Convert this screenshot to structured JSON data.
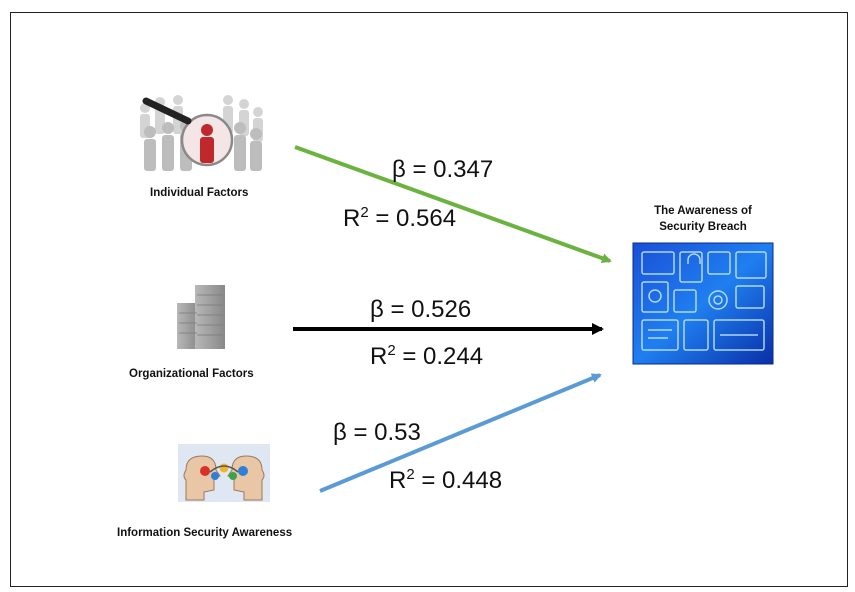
{
  "factors": [
    {
      "label": "Individual Factors",
      "icon": "people-magnifier-icon",
      "beta": "β = 0.347",
      "r2_value": "= 0.564",
      "arrow_color": "#6bb33f"
    },
    {
      "label": "Organizational Factors",
      "icon": "building-icon",
      "beta": "β = 0.526",
      "r2_value": "= 0.244",
      "arrow_color": "#000000"
    },
    {
      "label": "Information Security Awareness",
      "icon": "heads-gears-icon",
      "beta": "β = 0.53",
      "r2_value": "= 0.448",
      "arrow_color": "#5b9bd5"
    }
  ],
  "r2_symbol": "R",
  "r2_exponent": "2",
  "target": {
    "title_line1": "The Awareness of",
    "title_line2": "Security Breach",
    "icon": "security-tech-panel-icon"
  }
}
